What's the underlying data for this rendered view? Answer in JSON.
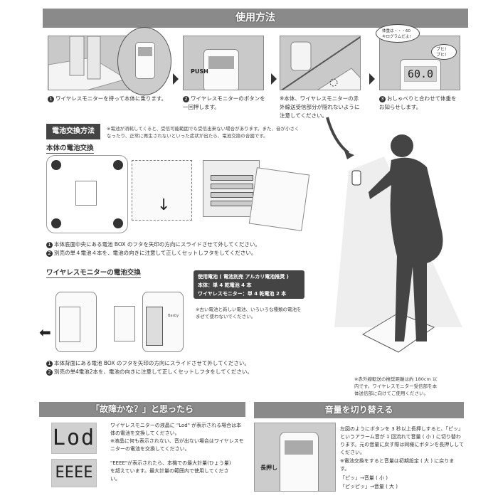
{
  "usage": {
    "title": "使用方法",
    "steps": [
      {
        "num": "1",
        "text": "ワイヤレスモニターを持って本体に乗ります。"
      },
      {
        "num": "2",
        "text": "ワイヤレスモニターのボタンを一回押します。",
        "push_label": "PUSH"
      },
      {
        "num": "※",
        "text": "本体、ワイヤレスモニターの赤外線送受信部分が隠れないように注意してください。"
      },
      {
        "num": "3",
        "text": "おしゃべりと合わせて体重をお知らせします。",
        "speech": "体重は・・・60キログラムだよ!",
        "oink": "ブヒ! ブヒ!",
        "display": "60.0"
      }
    ]
  },
  "battery": {
    "badge": "電池交換方法",
    "note": "※電池が消耗してくると、受信可能範囲でも受信出来ない場合があります。また、音が小さくなったり、正常に再生されないといった症状が出たら、電池交換の合図です。",
    "body": {
      "heading": "本体の電池交換",
      "steps": [
        {
          "num": "1",
          "text": "本体底面中央にある電池 BOX のフタを矢印の方向にスライドさせて外してください。"
        },
        {
          "num": "2",
          "text": "別売の単４電池４本を、電池の向きに注意して正しくセットしフタをしてください。"
        }
      ]
    },
    "monitor": {
      "heading": "ワイヤレスモニターの電池交換",
      "brand": "Basby",
      "steps": [
        {
          "num": "1",
          "text": "本体背面にある電池 BOX のフタを矢印の方向にスライドさせて外してください。"
        },
        {
          "num": "2",
          "text": "別売の単4電池2本を、電池の向きに注意して正しくセットしフタをしてください。"
        }
      ]
    },
    "spec": [
      "使用電池 ( 電池別売 アルカリ電池推奨 )",
      "本体：単 4 乾電池 4 本",
      "ワイヤレスモニター：単 4 乾電池 2 本"
    ],
    "caution": "※古い電池と新しい電池、いろいろな種類の電池をまぜて使わないでください。"
  },
  "ir_note": "※赤外線転送の推奨距離は約 180cm 以内です。ワイヤレスモニター受信部を本体送信部に向けてご使用ください。",
  "trouble": {
    "title": "「故障かな？」と思ったら",
    "items": [
      {
        "display": "Lod",
        "text": "ワイヤレスモニターの液晶に \"Lod\" が表示される場合は本体の電池を交換してください。",
        "note": "※液晶に何も表示されない、音が出ない場合はワイヤレスモニターの電池を交換してください。"
      },
      {
        "display": "EEEE",
        "text": "\"EEEE\"が表示されたら、本機での最大計量(ひょう量)を超えています。最大計量の範囲内で使用してください。"
      }
    ]
  },
  "volume": {
    "title": "音量を切り替える",
    "press_label": "長押し",
    "text": "左図のようにボタンを 3 秒以上長押しすると、「ピッ」というアラーム音が 1 回流れて音量 ( 小 ) に切り替わります。元の音量に戻す際は同様にボタンを長押ししてください。",
    "note": "※電池交換をすると音量は初期設定 ( 大 ) に戻ります。",
    "modes": [
      "「ピッ」→音量 ( 小 )",
      "「ピッピッ」→音量 ( 大 )"
    ]
  }
}
